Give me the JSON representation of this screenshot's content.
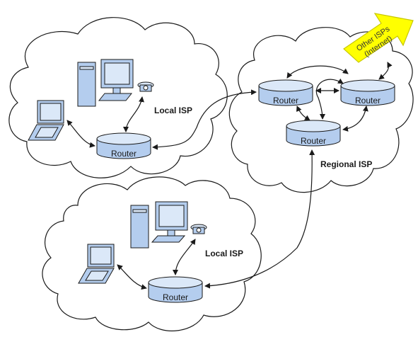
{
  "local_isp_top": {
    "label": "Local ISP",
    "router_label": "Router"
  },
  "local_isp_bottom": {
    "label": "Local ISP",
    "router_label": "Router"
  },
  "regional_isp": {
    "label": "Regional ISP",
    "routers": [
      {
        "label": "Router"
      },
      {
        "label": "Router"
      },
      {
        "label": "Router"
      }
    ]
  },
  "upstream_arrow": {
    "line1": "Other ISPs",
    "line2": "(Internet)"
  },
  "colors": {
    "router_body": "#b4cdee",
    "router_top": "#dbe8f8",
    "arrow_fill": "#ffff00",
    "outline": "#1a1a1a"
  }
}
